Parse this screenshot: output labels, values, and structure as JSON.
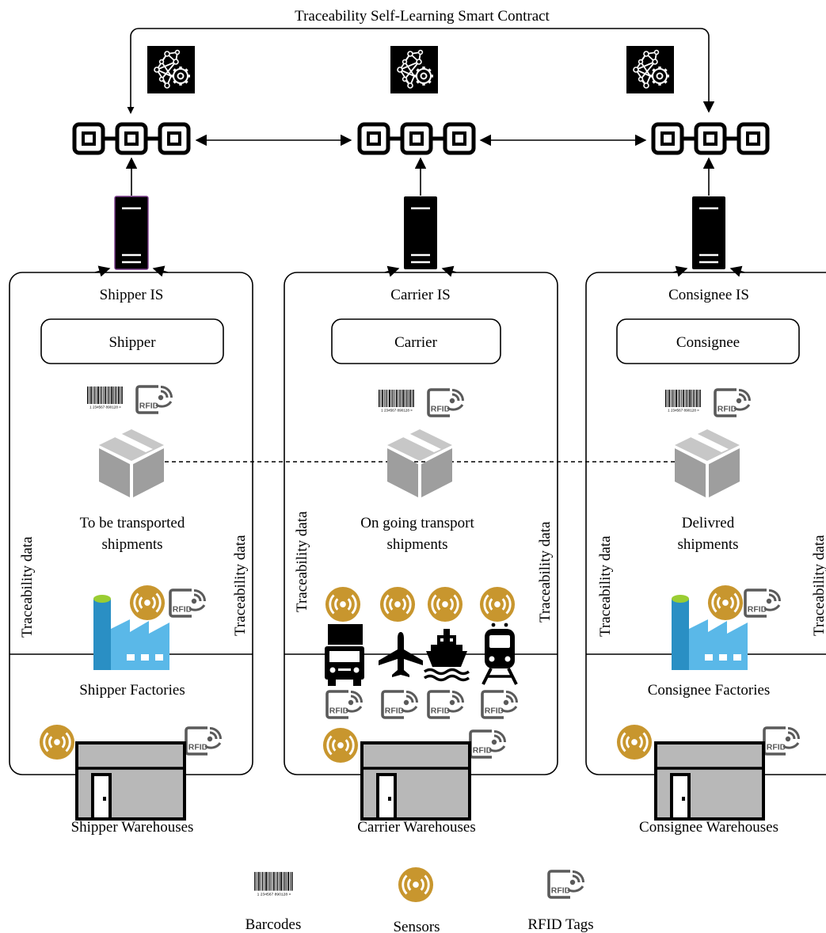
{
  "diagram": {
    "title": "Traceability Self-Learning Smart Contract",
    "columns": [
      {
        "is_label": "Shipper IS",
        "actor": "Shipper",
        "shipments": [
          "To be transported",
          "shipments"
        ],
        "side_label": "Traceability data",
        "facilities": "Shipper Factories",
        "warehouses": "Shipper Warehouses"
      },
      {
        "is_label": "Carrier IS",
        "actor": "Carrier",
        "shipments": [
          "On going transport",
          "shipments"
        ],
        "side_label": "Traceability data",
        "warehouses": "Carrier Warehouses"
      },
      {
        "is_label": "Consignee IS",
        "actor": "Consignee",
        "shipments": [
          "Delivred",
          "shipments"
        ],
        "side_label": "Traceability data",
        "facilities": "Consignee Factories",
        "warehouses": "Consignee Warehouses"
      }
    ],
    "legend": {
      "barcodes": "Barcodes",
      "sensors": "Sensors",
      "rfid": "RFID Tags"
    },
    "rfid_text": "RFID",
    "barcode_number": "1 234567 890128 >",
    "colors": {
      "sensor": "#C8962E",
      "package": "#9E9E9E",
      "package_light": "#C7C7C7",
      "factory_dark": "#2A8FC4",
      "factory_light": "#5AB8E8",
      "factory_top": "#9ACD32",
      "warehouse": "#B8B8B8"
    }
  }
}
